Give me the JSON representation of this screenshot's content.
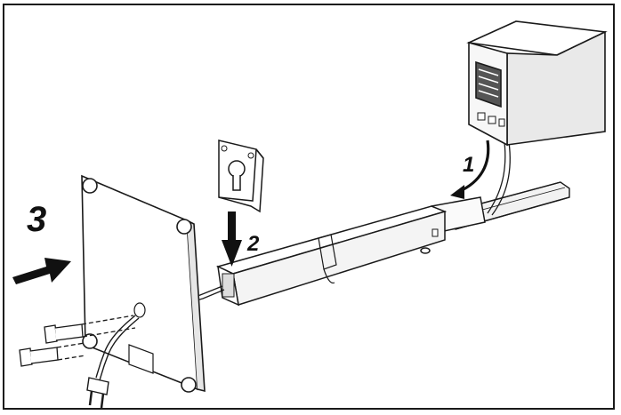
{
  "diagram": {
    "steps": [
      {
        "id": "step-1",
        "label": "1"
      },
      {
        "id": "step-2",
        "label": "2"
      },
      {
        "id": "step-3",
        "label": "3"
      }
    ],
    "colors": {
      "ink": "#1a1a1a",
      "fill": "#ffffff",
      "shade": "#e6e6e6",
      "dark": "#555555"
    }
  }
}
